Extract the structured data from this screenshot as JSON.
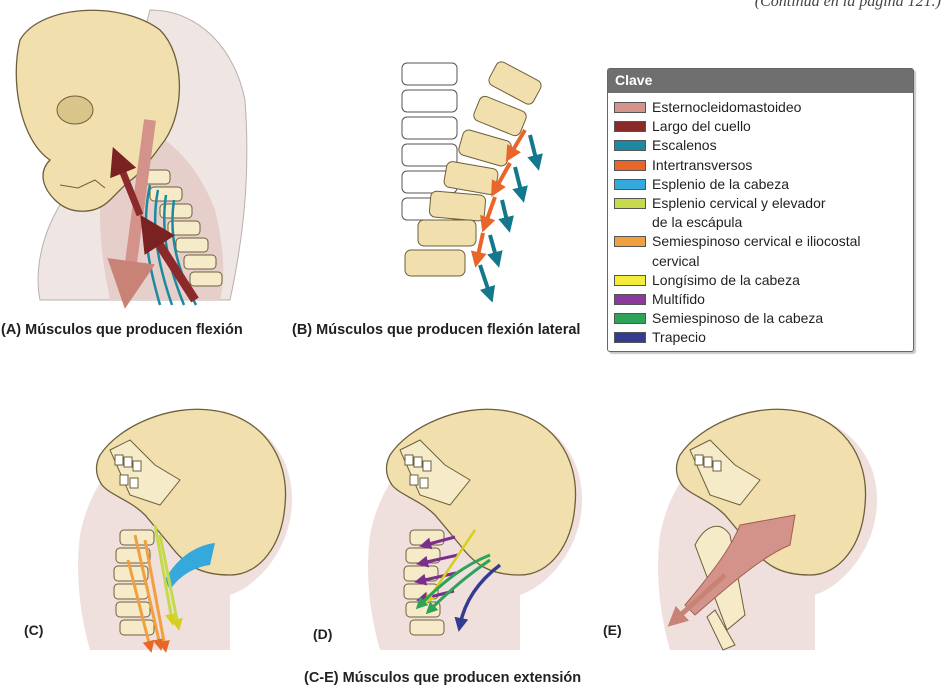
{
  "header": {
    "continued_note": "(Continúa en la página 121.)"
  },
  "panels": {
    "a": {
      "caption": "(A) Músculos que producen flexión"
    },
    "b": {
      "caption": "(B) Músculos que producen flexión lateral"
    },
    "c": {
      "letter": "(C)"
    },
    "d": {
      "letter": "(D)"
    },
    "e": {
      "letter": "(E)"
    },
    "ce_caption": "(C-E) Músculos que producen extensión"
  },
  "key": {
    "title": "Clave",
    "items": [
      {
        "label": "Esternocleidomastoideo",
        "color": "#d4938a"
      },
      {
        "label": "Largo del cuello",
        "color": "#8b2a2a"
      },
      {
        "label": "Escalenos",
        "color": "#1b8aa0"
      },
      {
        "label": "Intertransversos",
        "color": "#e8662a"
      },
      {
        "label": "Esplenio de la cabeza",
        "color": "#35a9dc"
      },
      {
        "label": "Esplenio cervical y elevador\nde la escápula",
        "color": "#c5d94a"
      },
      {
        "label": "Semiespinoso cervical e iliocostal\ncervical",
        "color": "#f0a040"
      },
      {
        "label": "Longísimo de la cabeza",
        "color": "#f4ec3a"
      },
      {
        "label": "Multífido",
        "color": "#8a3a9a"
      },
      {
        "label": "Semiespinoso de la cabeza",
        "color": "#2fa25a"
      },
      {
        "label": "Trapecio",
        "color": "#333c8e"
      }
    ]
  }
}
